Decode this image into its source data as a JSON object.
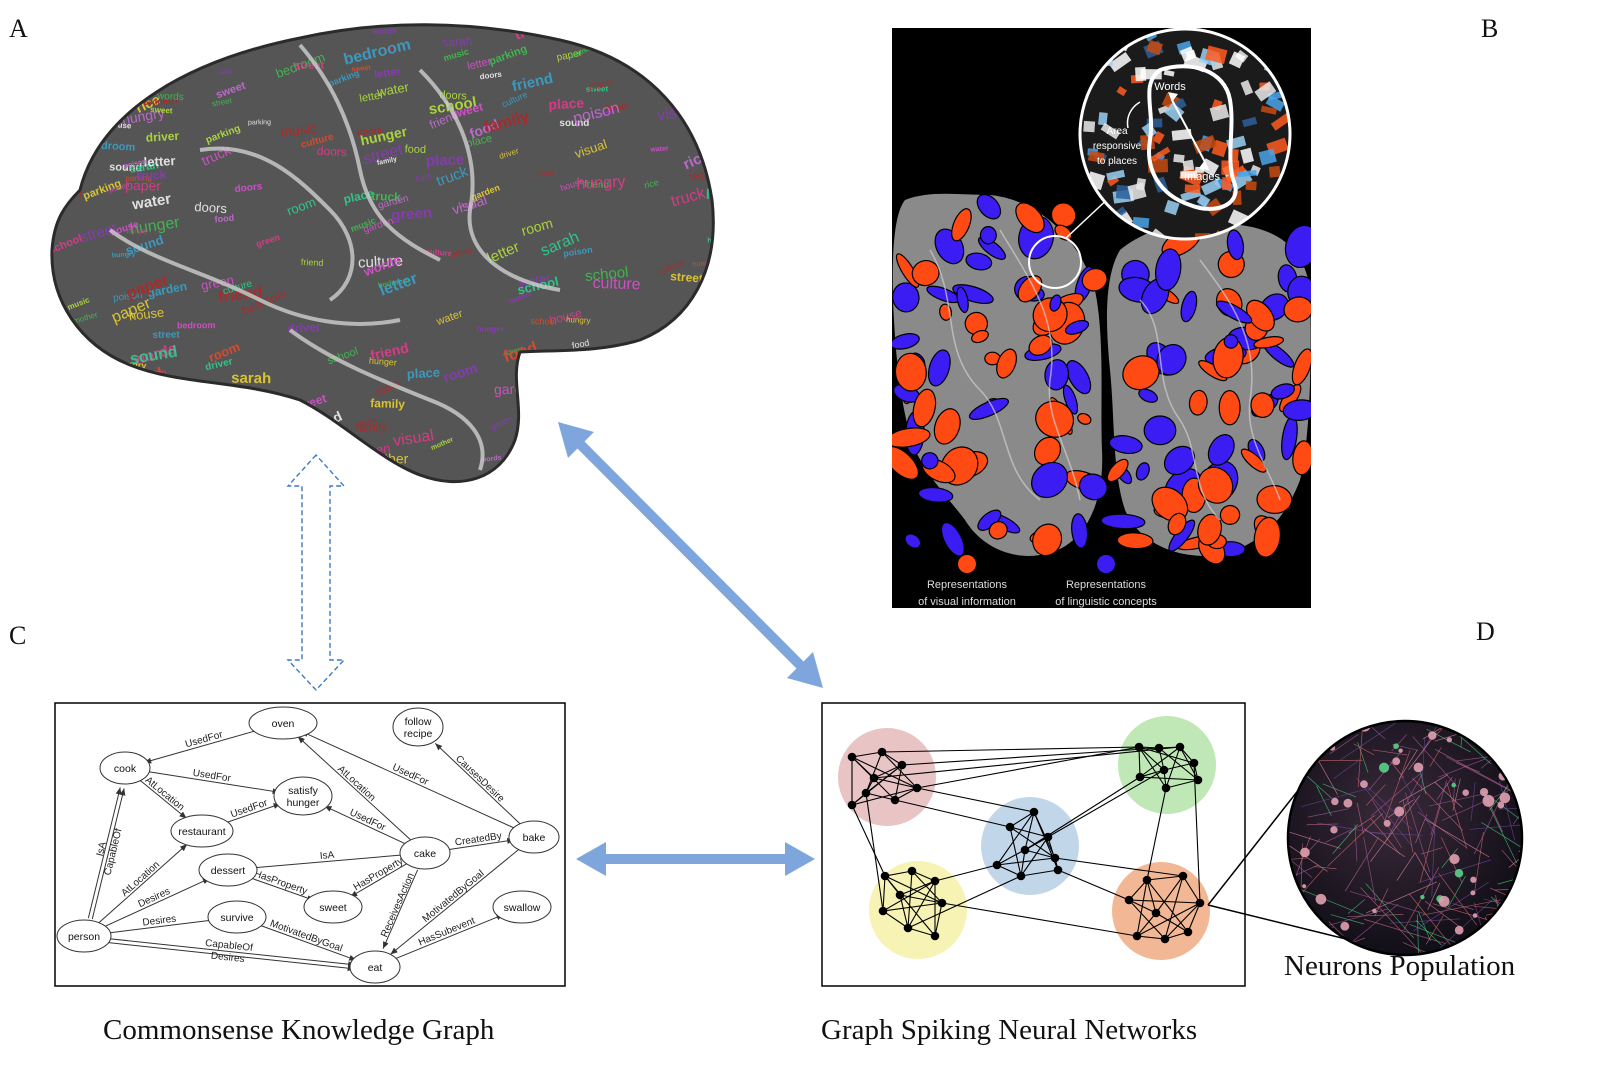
{
  "panels": {
    "a": "A",
    "b": "B",
    "c": "C",
    "d": "D"
  },
  "captions": {
    "kg": "Commonsense Knowledge Graph",
    "gsnn": "Graph Spiking Neural Networks",
    "neurons": "Neurons Population"
  },
  "brain_words": [
    "bedroom",
    "poison",
    "parking",
    "culture",
    "hunger",
    "driver",
    "food",
    "paper",
    "visual",
    "sweet",
    "words",
    "music",
    "sarah",
    "house",
    "doors",
    "room",
    "family",
    "water",
    "green",
    "hungry",
    "rice",
    "truck",
    "letter",
    "friend",
    "school",
    "sound",
    "place",
    "mother",
    "garden",
    "street"
  ],
  "fmri": {
    "inset_words": "Words",
    "inset_images": "Images",
    "inset_area": [
      "Area",
      "responsive",
      "to places"
    ],
    "legend_visual": [
      "Representations",
      "of visual information"
    ],
    "legend_linguistic": [
      "Representations",
      "of linguistic concepts"
    ],
    "colors": {
      "visual": "#ff4a14",
      "linguistic": "#3b1cf2",
      "background": "#000000",
      "cortex": "#8a8a8a"
    }
  },
  "kg": {
    "nodes": [
      {
        "id": "oven",
        "label": [
          "oven"
        ]
      },
      {
        "id": "follow",
        "label": [
          "follow",
          "recipe"
        ]
      },
      {
        "id": "cook",
        "label": [
          "cook"
        ]
      },
      {
        "id": "hunger",
        "label": [
          "satisfy",
          "hunger"
        ]
      },
      {
        "id": "restaurant",
        "label": [
          "restaurant"
        ]
      },
      {
        "id": "cake",
        "label": [
          "cake"
        ]
      },
      {
        "id": "bake",
        "label": [
          "bake"
        ]
      },
      {
        "id": "dessert",
        "label": [
          "dessert"
        ]
      },
      {
        "id": "sweet",
        "label": [
          "sweet"
        ]
      },
      {
        "id": "survive",
        "label": [
          "survive"
        ]
      },
      {
        "id": "swallow",
        "label": [
          "swallow"
        ]
      },
      {
        "id": "person",
        "label": [
          "person"
        ]
      },
      {
        "id": "eat",
        "label": [
          "eat"
        ]
      }
    ],
    "edges": [
      {
        "from": "oven",
        "to": "cook",
        "label": "UsedFor"
      },
      {
        "from": "cook",
        "to": "hunger",
        "label": "UsedFor"
      },
      {
        "from": "cook",
        "to": "restaurant",
        "label": "AtLocation"
      },
      {
        "from": "restaurant",
        "to": "hunger",
        "label": "UsedFor"
      },
      {
        "from": "cake",
        "to": "oven",
        "label": "AtLocation"
      },
      {
        "from": "bake",
        "to": "oven",
        "label": "UsedFor"
      },
      {
        "from": "bake",
        "to": "follow",
        "label": "CausesDesire"
      },
      {
        "from": "cake",
        "to": "hunger",
        "label": "UsedFor"
      },
      {
        "from": "cake",
        "to": "bake",
        "label": "CreatedBy"
      },
      {
        "from": "cake",
        "to": "dessert",
        "label": "IsA"
      },
      {
        "from": "dessert",
        "to": "sweet",
        "label": "HasProperty"
      },
      {
        "from": "cake",
        "to": "sweet",
        "label": "HasProperty"
      },
      {
        "from": "person",
        "to": "cook",
        "label": "IsA"
      },
      {
        "from": "person",
        "to": "cook",
        "label": "CapableOf"
      },
      {
        "from": "person",
        "to": "restaurant",
        "label": "AtLocation"
      },
      {
        "from": "person",
        "to": "dessert",
        "label": "Desires"
      },
      {
        "from": "person",
        "to": "survive",
        "label": "Desires"
      },
      {
        "from": "person",
        "to": "eat",
        "label": "CapableOf"
      },
      {
        "from": "person",
        "to": "eat",
        "label": "Desires"
      },
      {
        "from": "survive",
        "to": "eat",
        "label": "MotivatedByGoal"
      },
      {
        "from": "cake",
        "to": "eat",
        "label": "ReceivesAction"
      },
      {
        "from": "bake",
        "to": "eat",
        "label": "MotivatedByGoal"
      },
      {
        "from": "eat",
        "to": "swallow",
        "label": "HasSubevent"
      }
    ]
  },
  "gsnn": {
    "clusters": [
      {
        "name": "red",
        "color": "#e8c4c4"
      },
      {
        "name": "green",
        "color": "#bfe8b6"
      },
      {
        "name": "blue",
        "color": "#c2d6ea"
      },
      {
        "name": "yellow",
        "color": "#f6f3b4"
      },
      {
        "name": "orange",
        "color": "#f2b794"
      }
    ]
  },
  "colors": {
    "arrow": "#7ea6dc",
    "dashed_arrow": "#3a7cc9"
  }
}
